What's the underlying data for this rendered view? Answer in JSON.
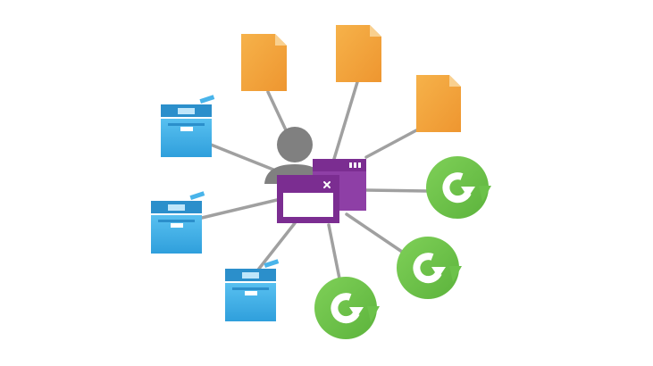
{
  "diagram": {
    "center": {
      "user_icon": "user-silhouette-icon",
      "window_icons": [
        "application-window-icon",
        "application-window-icon"
      ]
    },
    "nodes": [
      {
        "kind": "document",
        "icon": "document-icon"
      },
      {
        "kind": "document",
        "icon": "document-icon"
      },
      {
        "kind": "document",
        "icon": "document-icon"
      },
      {
        "kind": "refresh",
        "icon": "refresh-cycle-icon"
      },
      {
        "kind": "refresh",
        "icon": "refresh-cycle-icon"
      },
      {
        "kind": "refresh",
        "icon": "refresh-cycle-icon"
      },
      {
        "kind": "printer",
        "icon": "multifunction-printer-icon"
      },
      {
        "kind": "printer",
        "icon": "multifunction-printer-icon"
      },
      {
        "kind": "printer",
        "icon": "multifunction-printer-icon"
      }
    ],
    "colors": {
      "connector": "#a0a0a0",
      "document": "#f2a23c",
      "document_fold": "#f7c27a",
      "refresh": "#6cc24a",
      "printer_light": "#49b4ea",
      "printer_dark": "#2b8fcb",
      "window": "#7b2d91",
      "window_back": "#8e3fa6",
      "user": "#808080"
    }
  }
}
